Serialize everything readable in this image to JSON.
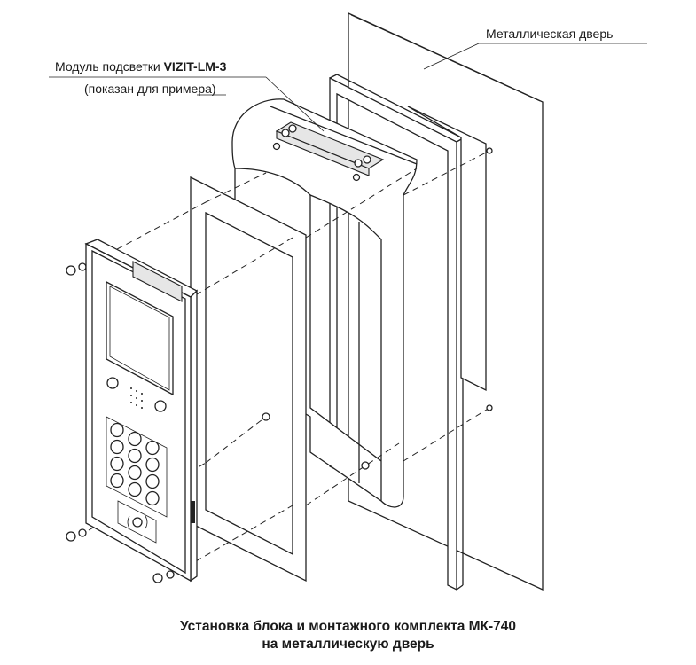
{
  "labels": {
    "door": "Металлическая дверь",
    "module_name_prefix": "Модуль подсветки ",
    "module_name_model": "VIZIT-LM-3",
    "module_note": "(показан для примера)"
  },
  "caption": {
    "line1": "Установка блока и монтажного комплекта МК-740",
    "line2": "на металлическую дверь"
  }
}
